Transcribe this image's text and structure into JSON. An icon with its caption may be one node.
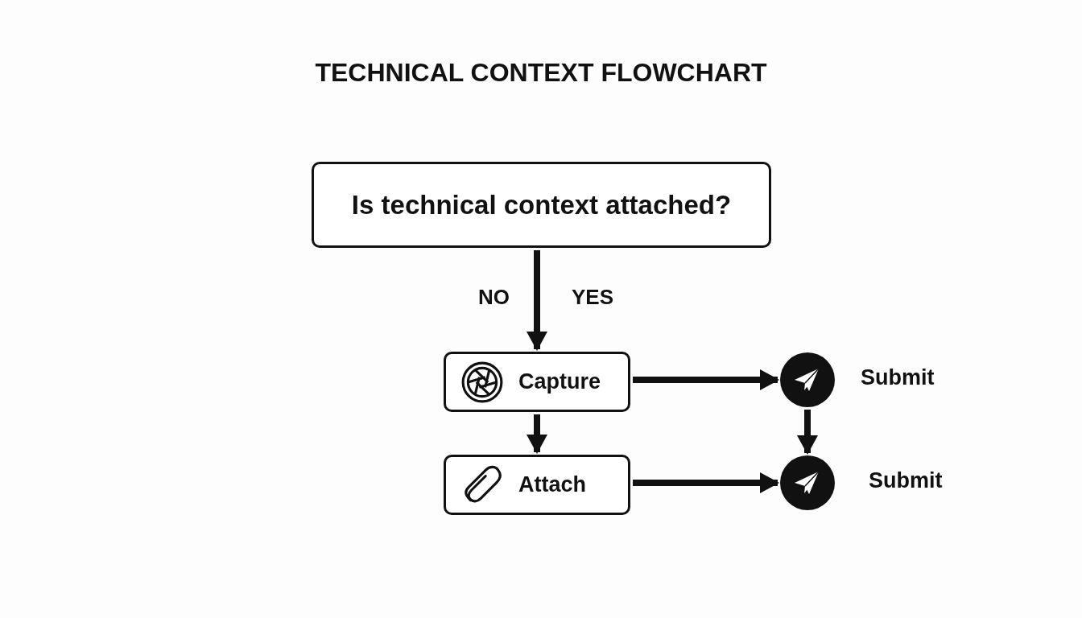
{
  "diagram": {
    "title": "TECHNICAL CONTEXT FLOWCHART",
    "nodes": [
      {
        "text": [
          "Is technical context attached?"
        ]
      },
      {
        "text": [
          "Capture"
        ]
      },
      {
        "text": [
          "Attach"
        ]
      },
      {
        "text": [],
        "shape": "circle",
        "beside": [
          "Submit"
        ]
      },
      {
        "text": [],
        "shape": "circle",
        "beside": [
          "Submit"
        ]
      }
    ],
    "edges": [
      {
        "from": 0,
        "to": 1,
        "arrow": "to"
      },
      {
        "from": 1,
        "to": 3,
        "arrow": "to"
      },
      {
        "from": 1,
        "to": 2,
        "arrow": "to"
      },
      {
        "from": 3,
        "to": 4,
        "arrow": "to"
      },
      {
        "from": 2,
        "to": 4,
        "arrow": "to"
      }
    ],
    "labels": [
      "NO",
      "YES"
    ]
  }
}
